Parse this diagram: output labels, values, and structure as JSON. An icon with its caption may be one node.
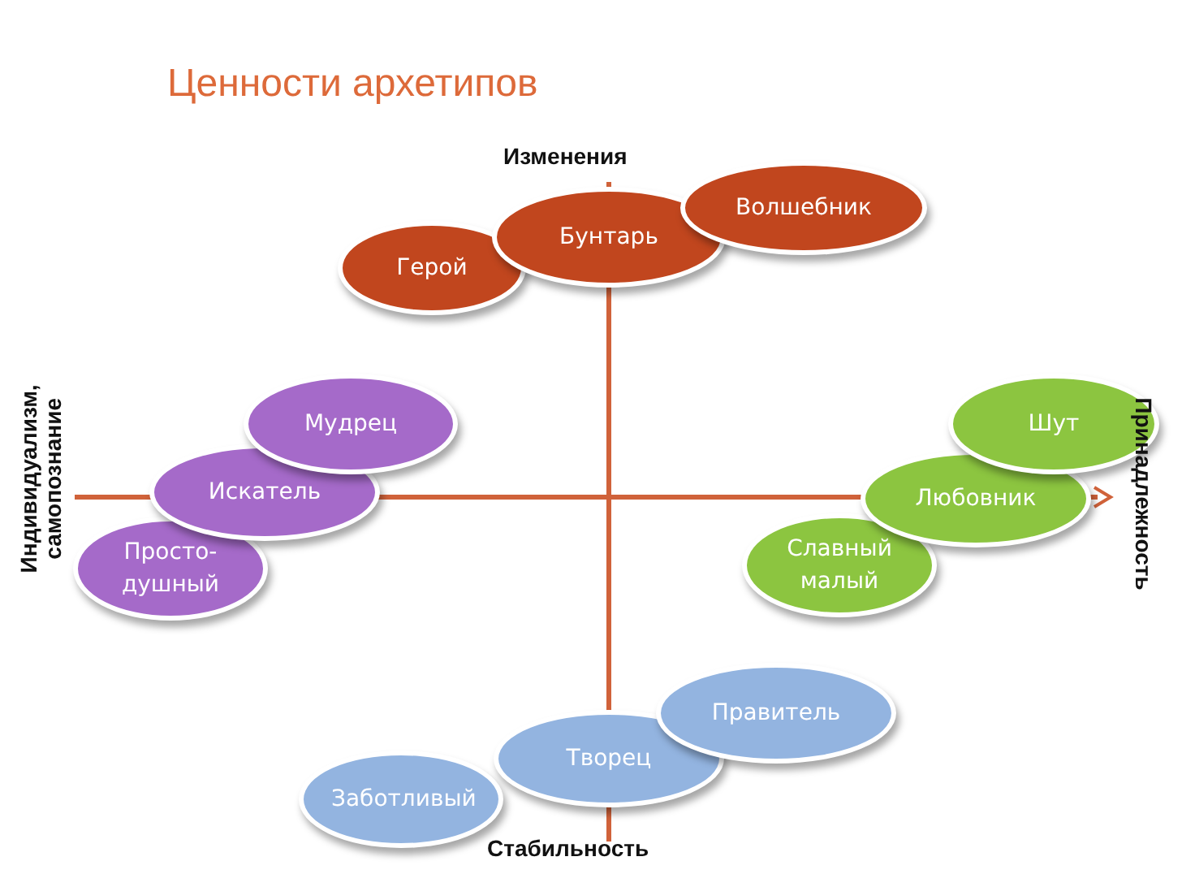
{
  "diagram": {
    "title": "Ценности архетипов",
    "nodes": [
      {
        "text": [
          "Герой"
        ]
      },
      {
        "text": [
          "Бунтарь"
        ]
      },
      {
        "text": [
          "Волшебник"
        ]
      },
      {
        "text": [
          "Мудрец"
        ]
      },
      {
        "text": [
          "Искатель"
        ]
      },
      {
        "text": [
          "Просто- душный"
        ]
      },
      {
        "text": [
          "Шут"
        ]
      },
      {
        "text": [
          "Любовник"
        ]
      },
      {
        "text": [
          "Славный малый"
        ]
      },
      {
        "text": [
          "Правитель"
        ]
      },
      {
        "text": [
          "Творец"
        ]
      },
      {
        "text": [
          "Заботливый"
        ]
      }
    ],
    "edges": [],
    "labels": [
      "Изменения",
      "Индивидуализм, самопознание",
      "Принадлежность",
      "Стабильность"
    ]
  }
}
